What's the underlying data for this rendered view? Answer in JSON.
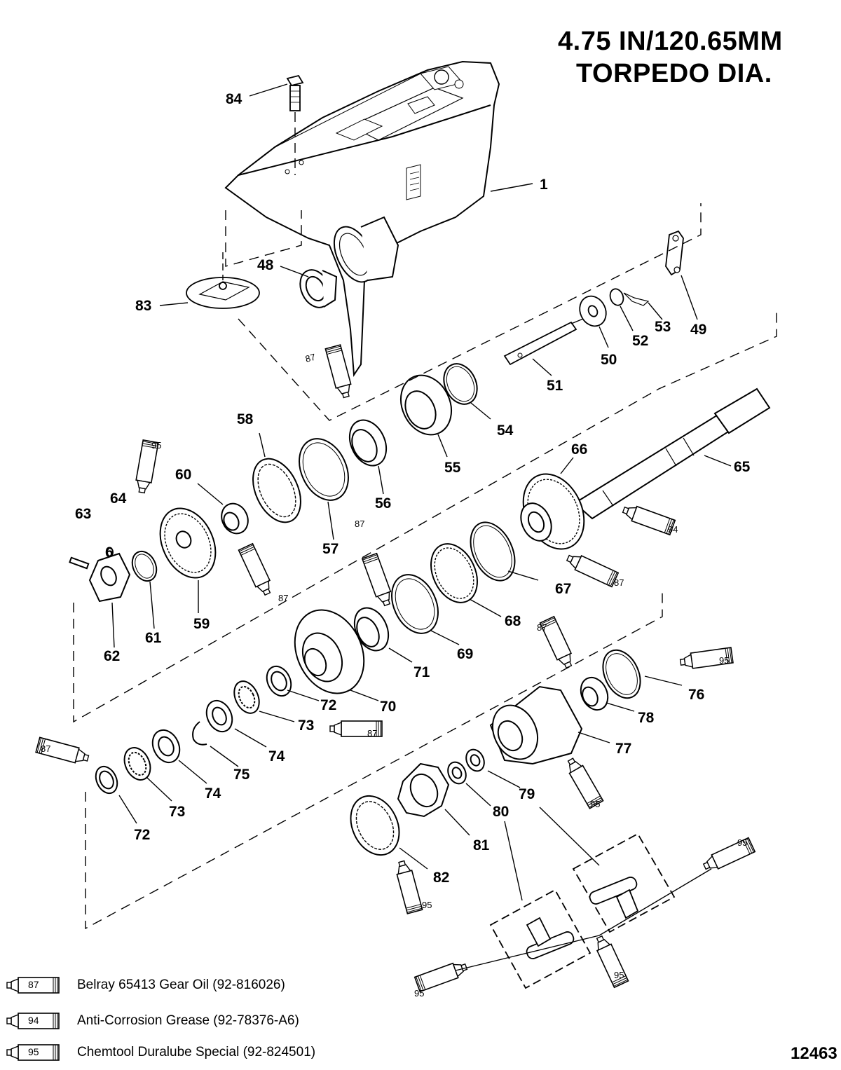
{
  "title": {
    "line1": "4.75 IN/120.65MM",
    "line2": "TORPEDO DIA."
  },
  "figure_id": "12463",
  "callouts": [
    "84",
    "1",
    "48",
    "83",
    "49",
    "53",
    "52",
    "50",
    "51",
    "87",
    "54",
    "55",
    "95",
    "58",
    "56",
    "66",
    "65",
    "60",
    "64",
    "63",
    "6",
    "87",
    "94",
    "57",
    "67",
    "59",
    "61",
    "87",
    "87",
    "62",
    "68",
    "69",
    "87",
    "71",
    "70",
    "95",
    "76",
    "72",
    "73",
    "87",
    "78",
    "74",
    "77",
    "87",
    "75",
    "74",
    "73",
    "79",
    "72",
    "80",
    "95",
    "81",
    "82",
    "95",
    "95",
    "95"
  ],
  "tube_labels": {
    "t87a": "87",
    "t95a": "95",
    "t87b": "87",
    "t94a": "94",
    "t87c": "87",
    "t87d": "87",
    "t87e": "87",
    "t95b": "95",
    "t87f": "87",
    "t87g": "87",
    "t95c": "95",
    "t95d": "95",
    "t95e": "95",
    "t95f": "95",
    "t95g": "95"
  },
  "legend": [
    {
      "code": "87",
      "text": "Belray 65413 Gear Oil (92-816026)"
    },
    {
      "code": "94",
      "text": "Anti-Corrosion Grease (92-78376-A6)"
    },
    {
      "code": "95",
      "text": "Chemtool Duralube Special (92-824501)"
    }
  ]
}
